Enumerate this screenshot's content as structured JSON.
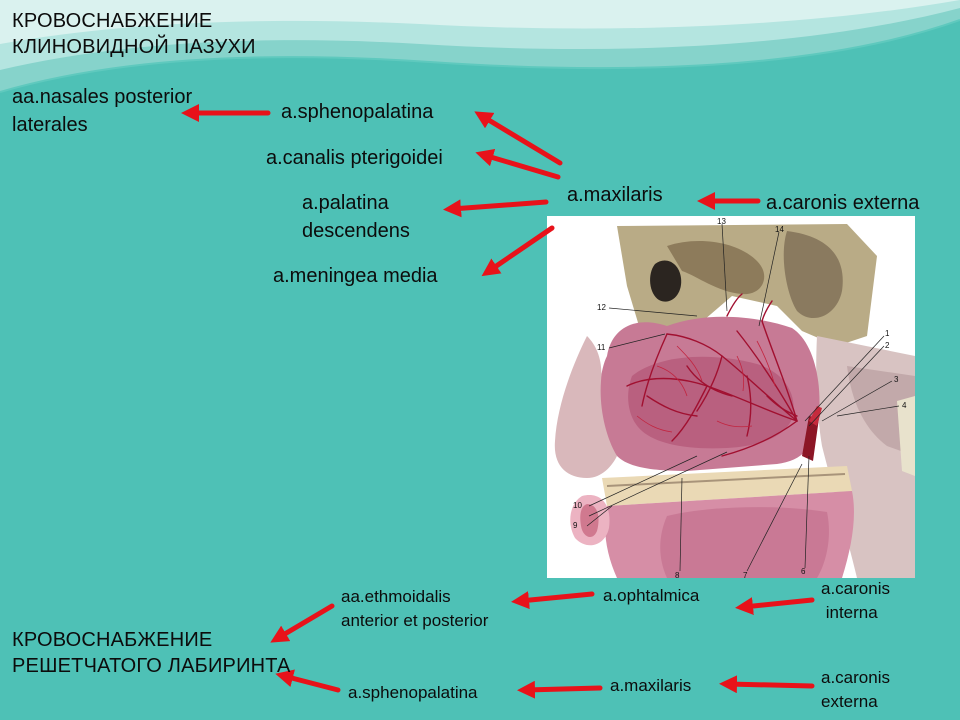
{
  "sphenoid_title": {
    "line1": "КРОВОСНАБЖЕНИЕ",
    "line2": "КЛИНОВИДНОЙ ПАЗУХИ"
  },
  "ethmoid_title": {
    "line1": "КРОВОСНАБЖЕНИЕ",
    "line2": "РЕШЕТЧАТОГО ЛАБИРИНТА"
  },
  "sphenoid_scheme": {
    "nasales": {
      "line1": "aa.nasales posterior",
      "line2": "laterales"
    },
    "sphenopalatina": "a.sphenopalatina",
    "canalis": "a.canalis pterigoidei",
    "palatina": {
      "line1": "a.palatina",
      "line2": "descendens"
    },
    "meningea": "a.meningea media",
    "maxilaris": "a.maxilaris",
    "carotis_externa": "a.caronis externa"
  },
  "ethmoid_scheme": {
    "ethmoidalis": {
      "line1": "aa.ethmoidalis",
      "line2": "anterior et posterior"
    },
    "ophtalmica": "a.ophtalmica",
    "carotis_interna": {
      "line1": "a.caronis",
      "line2": " interna"
    },
    "sphenopalatina": "a.sphenopalatina",
    "maxilaris": "a.maxilaris",
    "carotis_externa": {
      "line1": "a.caronis",
      "line2": "externa"
    }
  },
  "figure": {
    "labels": [
      "13",
      "14",
      "12",
      "11",
      "1",
      "2",
      "3",
      "4",
      "10",
      "9",
      "8",
      "7",
      "6"
    ]
  },
  "colors": {
    "background": "#4ec1b6",
    "arrow": "#e8121a",
    "wave": "#8fd6cf"
  }
}
